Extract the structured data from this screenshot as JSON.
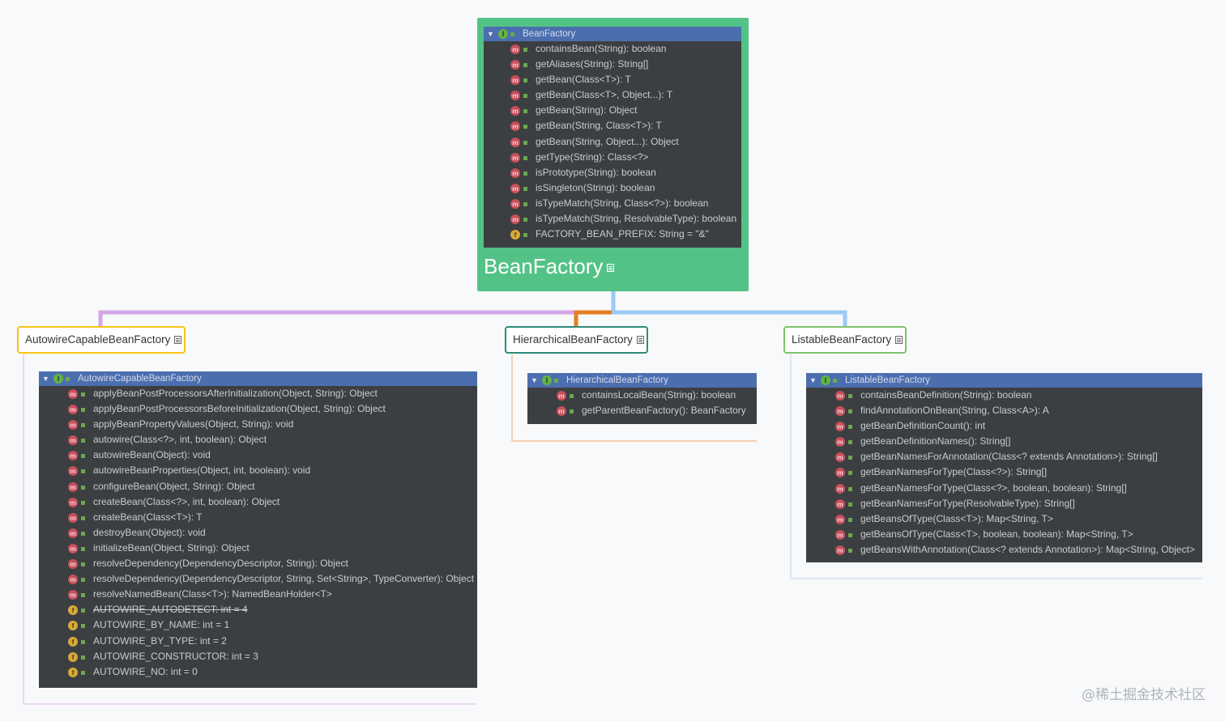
{
  "root": {
    "title": "BeanFactory",
    "panel_header": "BeanFactory",
    "members": [
      {
        "kind": "method",
        "text": "containsBean(String): boolean"
      },
      {
        "kind": "method",
        "text": "getAliases(String): String[]"
      },
      {
        "kind": "method",
        "text": "getBean(Class<T>): T"
      },
      {
        "kind": "method",
        "text": "getBean(Class<T>, Object...): T"
      },
      {
        "kind": "method",
        "text": "getBean(String): Object"
      },
      {
        "kind": "method",
        "text": "getBean(String, Class<T>): T"
      },
      {
        "kind": "method",
        "text": "getBean(String, Object...): Object"
      },
      {
        "kind": "method",
        "text": "getType(String): Class<?>"
      },
      {
        "kind": "method",
        "text": "isPrototype(String): boolean"
      },
      {
        "kind": "method",
        "text": "isSingleton(String): boolean"
      },
      {
        "kind": "method",
        "text": "isTypeMatch(String, Class<?>): boolean"
      },
      {
        "kind": "method",
        "text": "isTypeMatch(String, ResolvableType): boolean"
      },
      {
        "kind": "field",
        "text": "FACTORY_BEAN_PREFIX: String = \"&\""
      }
    ]
  },
  "children": [
    {
      "label": "AutowireCapableBeanFactory",
      "panel_header": "AutowireCapableBeanFactory",
      "members": [
        {
          "kind": "method",
          "text": "applyBeanPostProcessorsAfterInitialization(Object, String): Object"
        },
        {
          "kind": "method",
          "text": "applyBeanPostProcessorsBeforeInitialization(Object, String): Object"
        },
        {
          "kind": "method",
          "text": "applyBeanPropertyValues(Object, String): void"
        },
        {
          "kind": "method",
          "text": "autowire(Class<?>, int, boolean): Object"
        },
        {
          "kind": "method",
          "text": "autowireBean(Object): void"
        },
        {
          "kind": "method",
          "text": "autowireBeanProperties(Object, int, boolean): void"
        },
        {
          "kind": "method",
          "text": "configureBean(Object, String): Object"
        },
        {
          "kind": "method",
          "text": "createBean(Class<?>, int, boolean): Object"
        },
        {
          "kind": "method",
          "text": "createBean(Class<T>): T"
        },
        {
          "kind": "method",
          "text": "destroyBean(Object): void"
        },
        {
          "kind": "method",
          "text": "initializeBean(Object, String): Object"
        },
        {
          "kind": "method",
          "text": "resolveDependency(DependencyDescriptor, String): Object"
        },
        {
          "kind": "method",
          "text": "resolveDependency(DependencyDescriptor, String, Set<String>, TypeConverter): Object"
        },
        {
          "kind": "method",
          "text": "resolveNamedBean(Class<T>): NamedBeanHolder<T>"
        },
        {
          "kind": "field",
          "text": "AUTOWIRE_AUTODETECT: int = 4",
          "deprecated": true
        },
        {
          "kind": "field",
          "text": "AUTOWIRE_BY_NAME: int = 1"
        },
        {
          "kind": "field",
          "text": "AUTOWIRE_BY_TYPE: int = 2"
        },
        {
          "kind": "field",
          "text": "AUTOWIRE_CONSTRUCTOR: int = 3"
        },
        {
          "kind": "field",
          "text": "AUTOWIRE_NO: int = 0"
        }
      ]
    },
    {
      "label": "HierarchicalBeanFactory",
      "panel_header": "HierarchicalBeanFactory",
      "members": [
        {
          "kind": "method",
          "text": "containsLocalBean(String): boolean"
        },
        {
          "kind": "method",
          "text": "getParentBeanFactory(): BeanFactory"
        }
      ]
    },
    {
      "label": "ListableBeanFactory",
      "panel_header": "ListableBeanFactory",
      "members": [
        {
          "kind": "method",
          "text": "containsBeanDefinition(String): boolean"
        },
        {
          "kind": "method",
          "text": "findAnnotationOnBean(String, Class<A>): A"
        },
        {
          "kind": "method",
          "text": "getBeanDefinitionCount(): int"
        },
        {
          "kind": "method",
          "text": "getBeanDefinitionNames(): String[]"
        },
        {
          "kind": "method",
          "text": "getBeanNamesForAnnotation(Class<? extends Annotation>): String[]"
        },
        {
          "kind": "method",
          "text": "getBeanNamesForType(Class<?>): String[]"
        },
        {
          "kind": "method",
          "text": "getBeanNamesForType(Class<?>, boolean, boolean): String[]"
        },
        {
          "kind": "method",
          "text": "getBeanNamesForType(ResolvableType): String[]"
        },
        {
          "kind": "method",
          "text": "getBeansOfType(Class<T>): Map<String, T>"
        },
        {
          "kind": "method",
          "text": "getBeansOfType(Class<T>, boolean, boolean): Map<String, T>"
        },
        {
          "kind": "method",
          "text": "getBeansWithAnnotation(Class<? extends Annotation>): Map<String, Object>"
        }
      ]
    }
  ],
  "icons": {
    "method_badge": "m",
    "field_badge": "f",
    "interface_badge": "I",
    "expand": "▼"
  },
  "colors": {
    "root": "#53c286",
    "panel_bg": "#3c3f41",
    "panel_header": "#4b6eaf",
    "autowire": "#f5c518",
    "hierarchical": "#2e8b7a",
    "listable": "#7cc36a",
    "edge_autowire": "#d4a5e8",
    "edge_hierarchical": "#e67e22",
    "edge_listable": "#9cc9f5"
  },
  "watermark": "@稀土掘金技术社区"
}
